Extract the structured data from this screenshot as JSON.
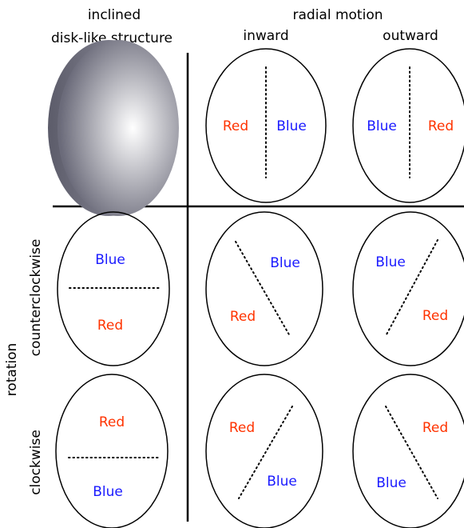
{
  "colors": {
    "red": "#ff3300",
    "blue": "#1a1aff",
    "line": "#000000",
    "disk_light": "#ffffff",
    "disk_dark": "#6b6b7a"
  },
  "headers": {
    "disk_line1": "inclined",
    "disk_line2": "disk-like structure",
    "radial_title": "radial motion",
    "col_inward": "inward",
    "col_outward": "outward",
    "rotation_title": "rotation",
    "row_ccw": "counterclockwise",
    "row_cw": "clockwise"
  },
  "cells": {
    "inward_radial": {
      "left": "Red",
      "right": "Blue"
    },
    "outward_radial": {
      "left": "Blue",
      "right": "Red"
    },
    "ccw_rotation": {
      "top": "Blue",
      "bottom": "Red"
    },
    "cw_rotation": {
      "top": "Red",
      "bottom": "Blue"
    },
    "ccw_inward": {
      "upper": "Blue",
      "lower": "Red"
    },
    "ccw_outward": {
      "upper": "Blue",
      "lower": "Red"
    },
    "cw_inward": {
      "upper": "Red",
      "lower": "Blue"
    },
    "cw_outward": {
      "upper": "Red",
      "lower": "Blue"
    }
  }
}
